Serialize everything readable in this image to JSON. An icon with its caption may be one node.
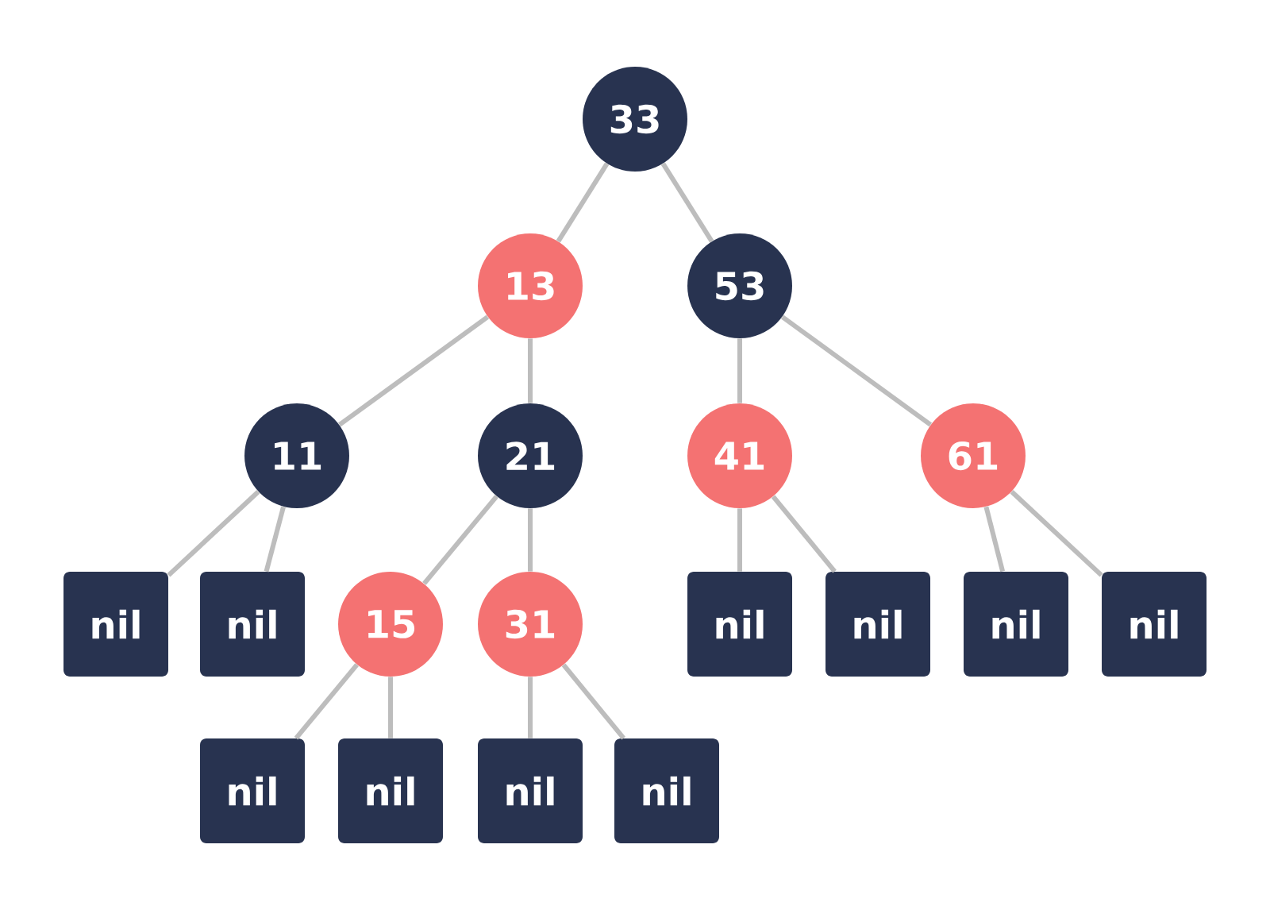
{
  "diagram": {
    "nodes": [
      {
        "text": [
          "33"
        ]
      },
      {
        "text": [
          "13"
        ]
      },
      {
        "text": [
          "53"
        ]
      },
      {
        "text": [
          "11"
        ]
      },
      {
        "text": [
          "21"
        ]
      },
      {
        "text": [
          "41"
        ]
      },
      {
        "text": [
          "61"
        ]
      },
      {
        "text": [
          "nil"
        ]
      },
      {
        "text": [
          "nil"
        ]
      },
      {
        "text": [
          "15"
        ]
      },
      {
        "text": [
          "31"
        ]
      },
      {
        "text": [
          "nil"
        ]
      },
      {
        "text": [
          "nil"
        ]
      },
      {
        "text": [
          "nil"
        ]
      },
      {
        "text": [
          "nil"
        ]
      },
      {
        "text": [
          "nil"
        ]
      },
      {
        "text": [
          "nil"
        ]
      },
      {
        "text": [
          "nil"
        ]
      },
      {
        "text": [
          "nil"
        ]
      }
    ],
    "edges": [
      {
        "from": 0,
        "to": 1,
        "arrow": "none"
      },
      {
        "from": 0,
        "to": 2,
        "arrow": "none"
      },
      {
        "from": 1,
        "to": 3,
        "arrow": "none"
      },
      {
        "from": 1,
        "to": 4,
        "arrow": "none"
      },
      {
        "from": 2,
        "to": 5,
        "arrow": "none"
      },
      {
        "from": 2,
        "to": 6,
        "arrow": "none"
      },
      {
        "from": 3,
        "to": 7,
        "arrow": "none"
      },
      {
        "from": 3,
        "to": 8,
        "arrow": "none"
      },
      {
        "from": 4,
        "to": 9,
        "arrow": "none"
      },
      {
        "from": 4,
        "to": 10,
        "arrow": "none"
      },
      {
        "from": 5,
        "to": 11,
        "arrow": "none"
      },
      {
        "from": 5,
        "to": 12,
        "arrow": "none"
      },
      {
        "from": 6,
        "to": 13,
        "arrow": "none"
      },
      {
        "from": 6,
        "to": 14,
        "arrow": "none"
      },
      {
        "from": 9,
        "to": 15,
        "arrow": "none"
      },
      {
        "from": 9,
        "to": 16,
        "arrow": "none"
      },
      {
        "from": 10,
        "to": 17,
        "arrow": "none"
      },
      {
        "from": 10,
        "to": 18,
        "arrow": "none"
      }
    ]
  }
}
